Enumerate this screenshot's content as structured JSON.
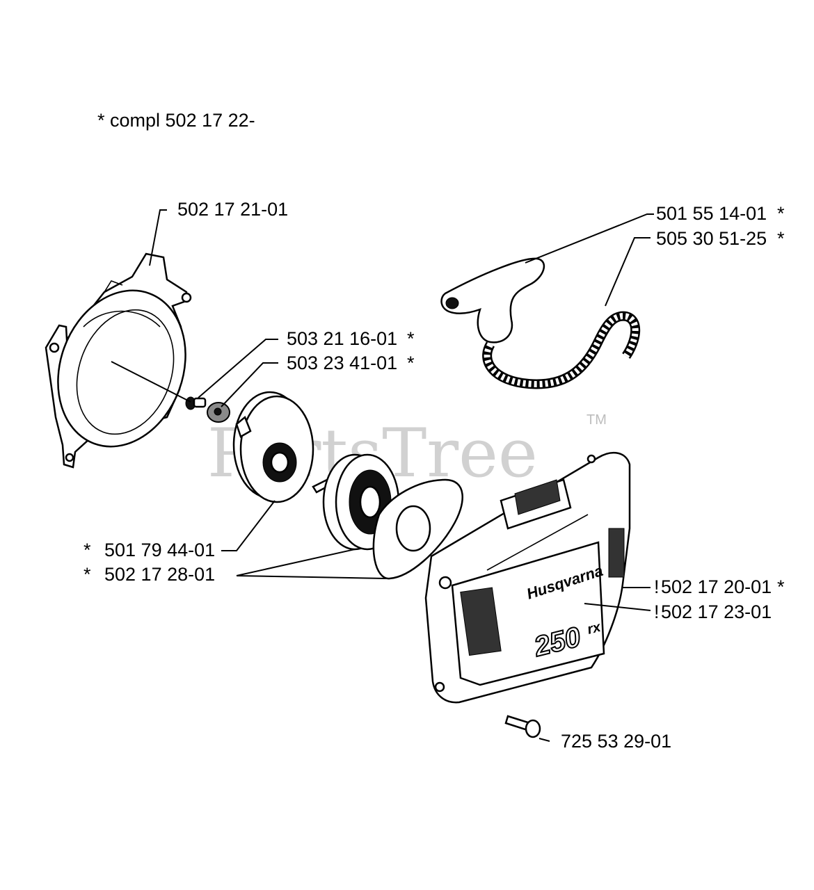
{
  "note": "*  compl 502 17 22-",
  "watermark": "PartsTree",
  "watermark_tm": "TM",
  "brand_text": "Husqvarna",
  "model_text": "250",
  "model_suffix": "rx",
  "parts": {
    "fan_housing": "502 17 21-01",
    "handle": "501 55 14-01",
    "handle_star": "*",
    "rope": "505 30 51-25",
    "rope_star": "*",
    "screw": "503 21 16-01",
    "screw_star": "*",
    "washer": "503 23 41-01",
    "washer_star": "*",
    "pulley": "501 79 44-01",
    "pulley_star": "*",
    "spring": "502 17 28-01",
    "spring_star": "*",
    "starter_housing": "502 17 20-01",
    "starter_housing_prefix": "!",
    "starter_housing_star": "*",
    "decal": "502 17 23-01",
    "decal_prefix": "!",
    "bolt": "725 53 29-01"
  }
}
